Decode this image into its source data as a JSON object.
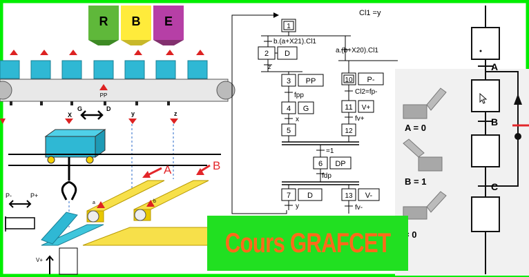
{
  "hoppers": [
    {
      "letter": "R",
      "color": "#5fb83a"
    },
    {
      "letter": "B",
      "color": "#ffeb3b"
    },
    {
      "letter": "E",
      "color": "#b63fa6"
    }
  ],
  "machine": {
    "sensor_pp": "PP",
    "sensor_x": "X",
    "sensor_g": "G",
    "sensor_d": "D",
    "sensor_y": "y",
    "sensor_z": "z",
    "belt_a": "A",
    "belt_b": "B",
    "sensor_a": "a",
    "sensor_b": "b",
    "p_minus": "P-",
    "p_plus": "P+",
    "v_plus": "V+"
  },
  "grafcet": {
    "top_note": "Cl1 =y",
    "steps": [
      {
        "num": "1",
        "action": ""
      },
      {
        "num": "2",
        "action": "D"
      },
      {
        "num": "3",
        "action": "PP"
      },
      {
        "num": "4",
        "action": "G"
      },
      {
        "num": "5",
        "action": ""
      },
      {
        "num": "6",
        "action": "DP"
      },
      {
        "num": "7",
        "action": "D"
      },
      {
        "num": "10",
        "action": "P-"
      },
      {
        "num": "11",
        "action": "V+"
      },
      {
        "num": "12",
        "action": ""
      },
      {
        "num": "13",
        "action": "V-"
      }
    ],
    "transitions": {
      "t1_2": "b.(a+X21).Cl1",
      "t1_10": "a.(b+X20).Cl1",
      "t2_3": "z",
      "t3_4": "fpp",
      "t4_5": "x",
      "t10_11": "Cl2=fp-",
      "t11_12": "fv+",
      "t_sync": "=1",
      "t6": "fdp",
      "t7": "y",
      "t13": "fv-"
    }
  },
  "pictogram": {
    "a_label": "A = 0",
    "b_label": "B = 1",
    "c_label": "C = 0",
    "trans_a": "A",
    "trans_b": "B",
    "trans_c": "C"
  },
  "banner": {
    "text": "Cours GRAFCET"
  },
  "colors": {
    "border": "#00ee00",
    "accent": "#ff6a1a",
    "banner_bg": "#21e021"
  }
}
